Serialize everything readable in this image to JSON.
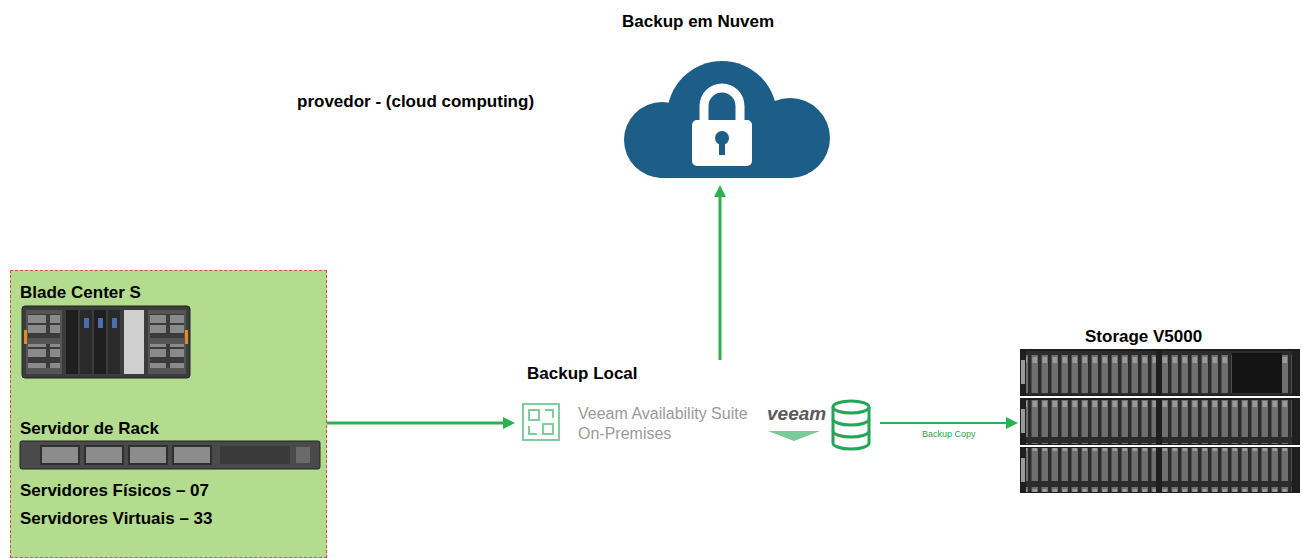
{
  "diagram": {
    "nodes": [
      {
        "text": [
          "Blade Center S",
          "Servidor de Rack",
          "Servidores Físicos – 07",
          "Servidores Virtuais – 33"
        ]
      },
      {
        "text": [
          "Backup Local",
          "Veeam Availability Suite On-Premises",
          "veeam"
        ]
      },
      {
        "text": [
          "Backup em Nuvem"
        ]
      },
      {
        "text": [
          "Storage V5000"
        ]
      }
    ],
    "edges": [
      {
        "from": 0,
        "to": 1,
        "arrow": "to"
      },
      {
        "from": 1,
        "to": 2,
        "arrow": "to"
      },
      {
        "from": 1,
        "to": 3,
        "label": "Backup Copy",
        "arrow": "to"
      }
    ],
    "labels": [
      "provedor - (cloud computing)"
    ]
  }
}
